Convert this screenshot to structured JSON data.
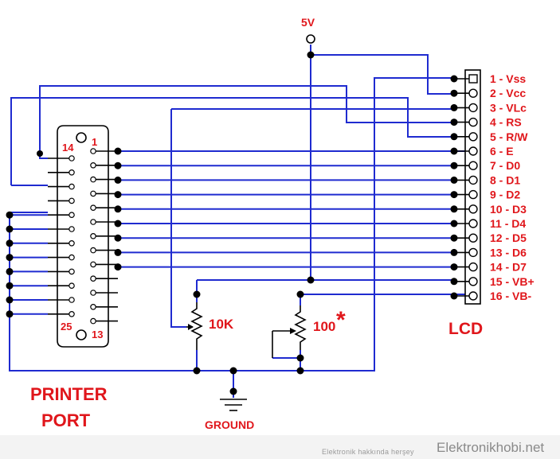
{
  "labels": {
    "supply": "5V",
    "pot1": "10K",
    "pot2": "100",
    "pot2_mark": "*",
    "ground": "GROUND",
    "lcd": "LCD",
    "printer_line1": "PRINTER",
    "printer_line2": "PORT",
    "db25_pin14": "14",
    "db25_pin1": "1",
    "db25_pin25": "25",
    "db25_pin13": "13"
  },
  "lcd_pins": [
    "1 - Vss",
    "2 - Vcc",
    "3 - VLc",
    "4 - RS",
    "5 - R/W",
    "6 - E",
    "7 - D0",
    "8 - D1",
    "9 - D2",
    "10 - D3",
    "11 - D4",
    "12 - D5",
    "13 - D6",
    "14 - D7",
    "15 - VB+",
    "16 - VB-"
  ],
  "footer": {
    "tagline": "Elektronik hakkında herşey",
    "site": "Elektronikhobi.net"
  },
  "colors": {
    "wire": "#1f2bd0",
    "label": "#e0161b"
  }
}
